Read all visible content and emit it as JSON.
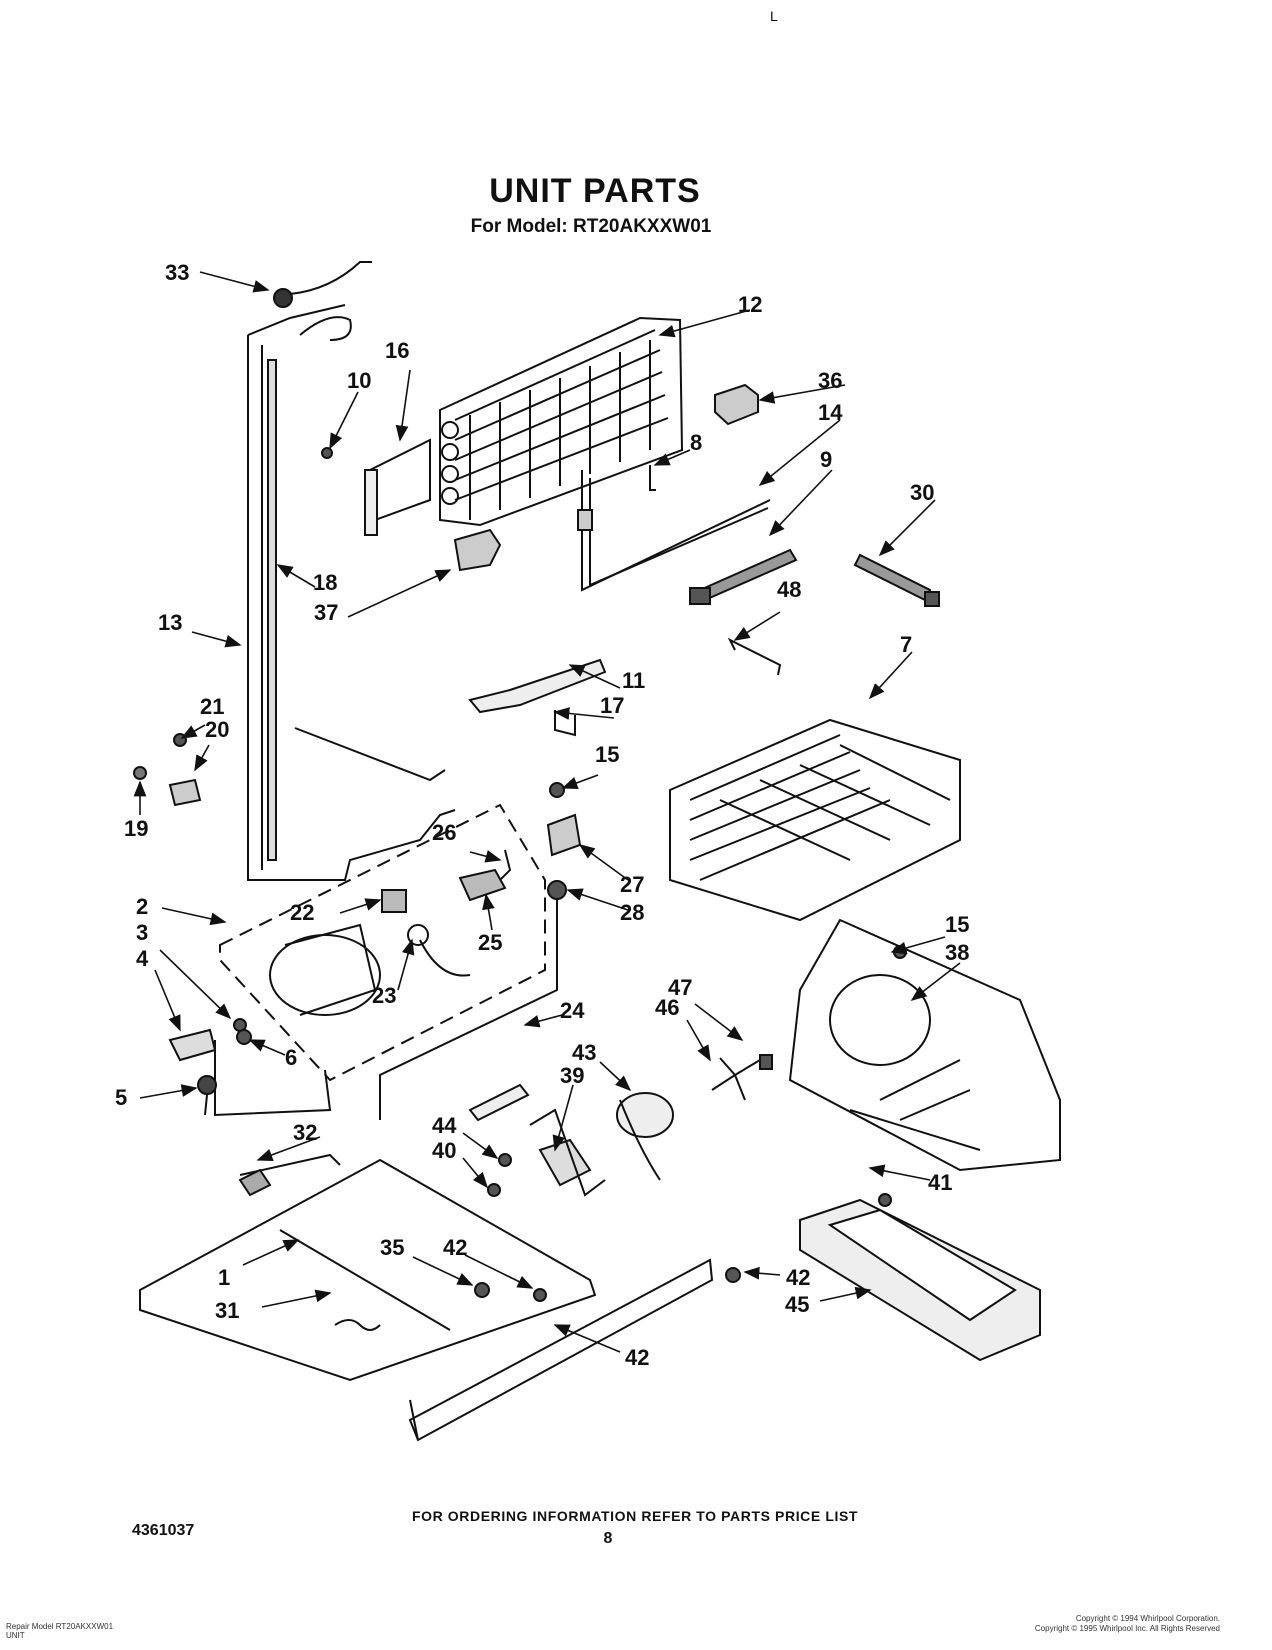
{
  "header": {
    "title": "UNIT PARTS",
    "model_line": "For Model: RT20AKXXW01",
    "corner_mark": "L"
  },
  "callouts": [
    "1",
    "2",
    "3",
    "4",
    "5",
    "6",
    "7",
    "8",
    "9",
    "10",
    "11",
    "12",
    "13",
    "14",
    "15",
    "15",
    "16",
    "17",
    "18",
    "19",
    "20",
    "21",
    "22",
    "23",
    "24",
    "25",
    "26",
    "27",
    "28",
    "30",
    "31",
    "32",
    "33",
    "35",
    "36",
    "37",
    "38",
    "39",
    "40",
    "41",
    "42",
    "42",
    "42",
    "43",
    "44",
    "45",
    "46",
    "47",
    "48"
  ],
  "footer": {
    "ordering_info": "FOR ORDERING INFORMATION REFER TO PARTS PRICE LIST",
    "page_number": "8",
    "document_number": "4361037",
    "model_note": "Repair Model RT20AKXXW01",
    "section_note": "UNIT",
    "copyright_line_1": "Copyright © 1994 Whirlpool Corporation.",
    "copyright_line_2": "Copyright © 1995 Whirlpool Inc. All Rights Reserved"
  }
}
